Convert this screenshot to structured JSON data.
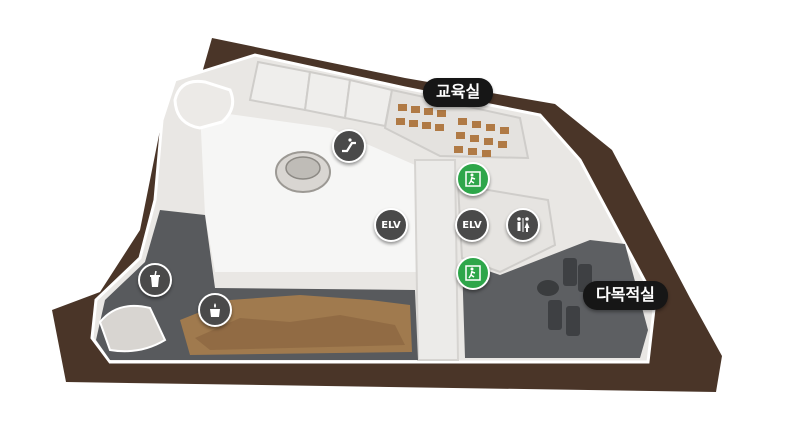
{
  "labels": {
    "classroom": "교육실",
    "multipurpose_room": "다목적실"
  },
  "icons": {
    "elevator_text": "ELV",
    "escalator": "escalator-icon",
    "emergency_exit": "emergency-exit-icon",
    "restroom": "restroom-icon",
    "cafe": "drink-cup-icon",
    "water_fountain": "water-icon"
  },
  "colors": {
    "ground": "#4a3528",
    "floor": "#f4f3f1",
    "dark_floor": "#5d5f62",
    "exhibit_sand": "#a07a4e",
    "exit_green": "#2ea64a",
    "icon_gray": "#4a4a4a"
  }
}
